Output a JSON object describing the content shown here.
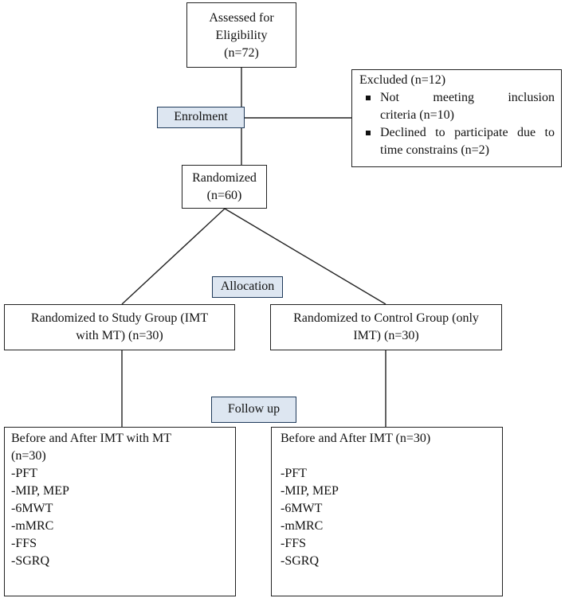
{
  "assessed": {
    "line1": "Assessed for",
    "line2": "Eligibility",
    "line3": "(n=72)"
  },
  "excluded": {
    "title": "Excluded  (n=12)",
    "items": [
      {
        "line1": "Not meeting  inclusion",
        "line2": "criteria  (n=10)"
      },
      {
        "line1": "Declined  to participate  due to",
        "line2": "time constrains  (n=2)"
      }
    ]
  },
  "labels": {
    "enrolment": "Enrolment",
    "allocation": "Allocation",
    "follow_up": "Follow up"
  },
  "randomized": {
    "line1": "Randomized",
    "line2": "(n=60)"
  },
  "study_group": {
    "line1": "Randomized to Study Group (IMT",
    "line2": "with MT) (n=30)"
  },
  "control_group": {
    "line1": "Randomized to Control Group (only",
    "line2": "IMT) (n=30)"
  },
  "study_followup": {
    "line1": "Before and After IMT with MT",
    "line2": "(n=30)",
    "items": [
      "-PFT",
      "-MIP, MEP",
      "-6MWT",
      "-mMRC",
      "-FFS",
      "-SGRQ"
    ]
  },
  "control_followup": {
    "line1": "Before and After  IMT (n=30)",
    "items": [
      "-PFT",
      "-MIP, MEP",
      "-6MWT",
      "-mMRC",
      "-FFS",
      "-SGRQ"
    ]
  }
}
